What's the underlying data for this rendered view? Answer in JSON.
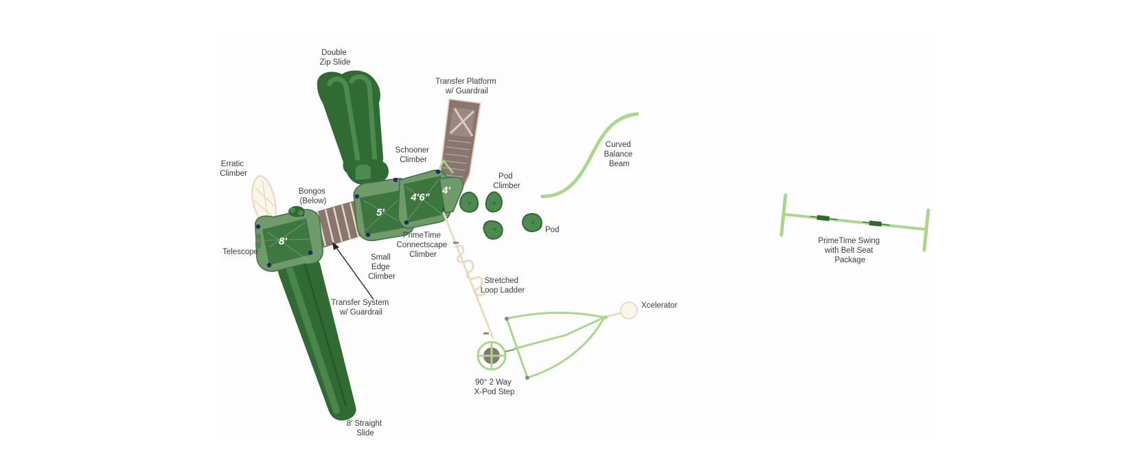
{
  "colors": {
    "dark_green": "#2f6b33",
    "mid_green": "#4d8a4f",
    "deck_green": "#6f9a6a",
    "light_green": "#a9d88c",
    "tan": "#eadcc2",
    "brown": "#8a7670",
    "navy": "#1f2a66",
    "label": "#3a3a3a"
  },
  "decks": {
    "deck_8": "8'",
    "deck_5": "5'",
    "deck_4_6": "4'6\"",
    "deck_4": "4'"
  },
  "labels": {
    "double_zip_slide": [
      "Double",
      "Zip Slide"
    ],
    "transfer_platform": [
      "Transfer Platform",
      "w/ Guardrail"
    ],
    "schooner_climber": [
      "Schooner",
      "Climber"
    ],
    "erratic_climber": [
      "Erratic",
      "Climber"
    ],
    "bongos": [
      "Bongos",
      "(Below)"
    ],
    "pod_climber": [
      "Pod",
      "Climber"
    ],
    "curved_balance_beam": [
      "Curved",
      "Balance",
      "Beam"
    ],
    "pod": [
      "Pod"
    ],
    "telescope": [
      "Telescope"
    ],
    "connectscape_climber": [
      "PrimeTime",
      "Connectscape",
      "Climber"
    ],
    "small_edge_climber": [
      "Small",
      "Edge",
      "Climber"
    ],
    "stretched_loop_ladder": [
      "Stretched",
      "Loop Ladder"
    ],
    "transfer_system": [
      "Transfer System",
      "w/ Guardrail"
    ],
    "xcelerator": [
      "Xcelerator"
    ],
    "x_pod_step": [
      "90° 2 Way",
      "X-Pod Step"
    ],
    "straight_slide": [
      "8' Straight",
      "Slide"
    ],
    "swing": [
      "PrimeTime Swing",
      "with Belt Seat",
      "Package"
    ]
  }
}
